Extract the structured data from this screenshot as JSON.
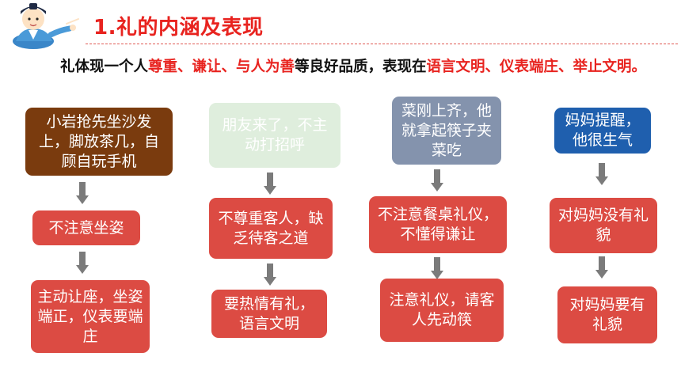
{
  "title": "1.礼的内涵及表现",
  "intro": {
    "t1": "礼体现一个人",
    "h1": "尊重、谦让、与人为善",
    "t2": "等良好品质，表现在",
    "h2": "语言文明、仪表端庄、举止文明。"
  },
  "columns": [
    {
      "situation": "小岩抢先坐沙发上，脚放茶几，自顾自玩手机",
      "problem": "不注意坐姿",
      "advice": "主动让座，坐姿端正，仪表要端庄"
    },
    {
      "situation": "朋友来了，不主动打招呼",
      "problem": "不尊重客人，缺乏待客之道",
      "advice": "要热情有礼，语言文明"
    },
    {
      "situation": "菜刚上齐，他就拿起筷子夹菜吃",
      "problem": "不注意餐桌礼仪，不懂得谦让",
      "advice": "注意礼仪，请客人先动筷"
    },
    {
      "situation": "妈妈提醒，他很生气",
      "problem": "对妈妈没有礼貌",
      "advice": "对妈妈要有礼貌"
    }
  ]
}
